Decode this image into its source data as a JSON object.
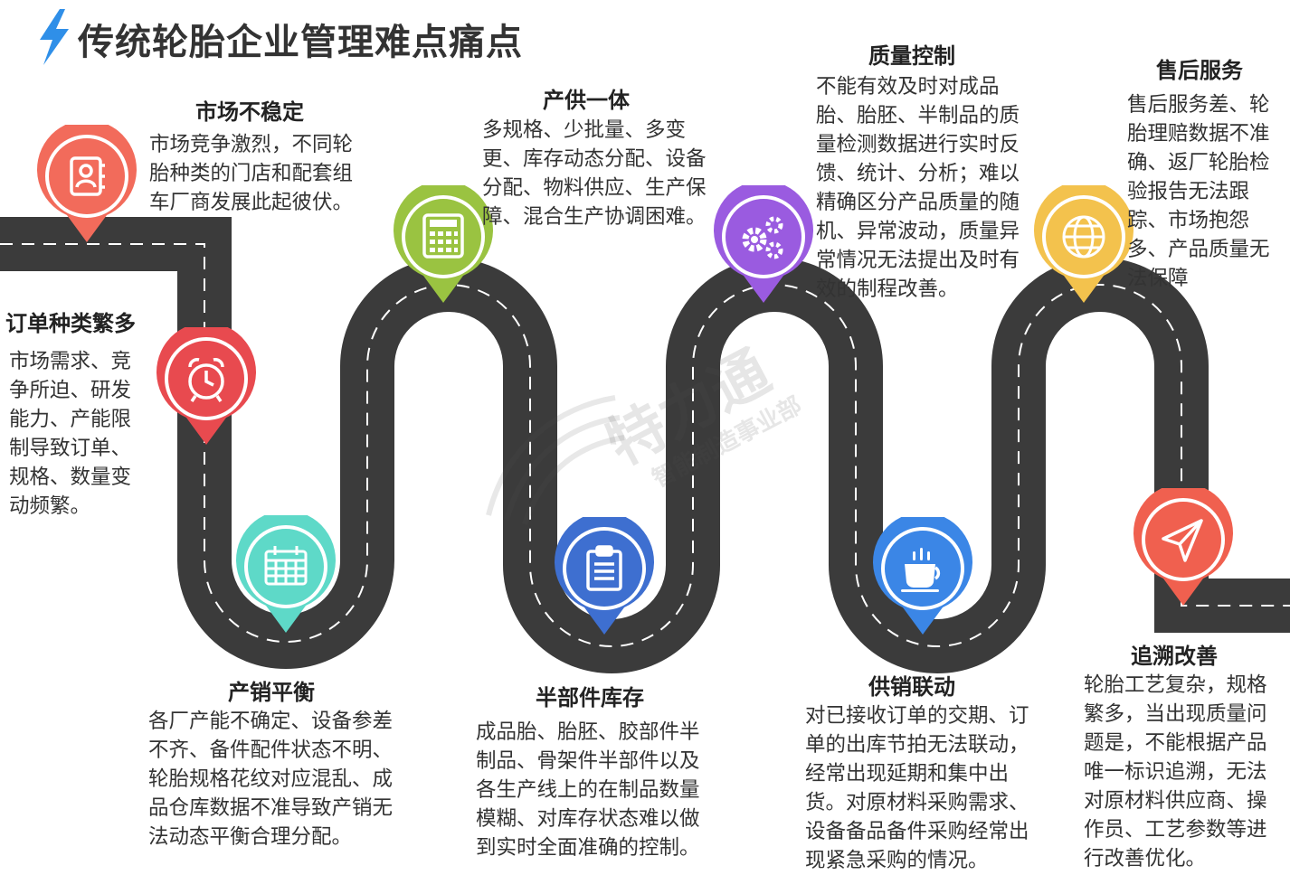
{
  "title": "传统轮胎企业管理难点痛点",
  "colors": {
    "road": "#3b3b3b",
    "title_bolt": "#2f8fe8",
    "pins": [
      "#f26b5b",
      "#e84a4f",
      "#5ed9c8",
      "#9ac341",
      "#3e6fd0",
      "#9a5be0",
      "#3b86e6",
      "#f3c24d",
      "#f0604f"
    ]
  },
  "watermark": {
    "main": "特力通",
    "sub": "智能制造事业部"
  },
  "points": [
    {
      "id": "market",
      "icon": "contact-book-icon",
      "heading": "市场不稳定",
      "lines": [
        "市场竞争激烈，不同轮",
        "胎种类的门店和配套组",
        "车厂商发展此起彼伏。"
      ]
    },
    {
      "id": "orders",
      "icon": "alarm-clock-icon",
      "heading": "订单种类繁多",
      "lines": [
        "市场需求、竞",
        "争所迫、研发",
        "能力、产能限",
        "制导致订单、",
        "规格、数量变",
        "动频繁。"
      ]
    },
    {
      "id": "balance",
      "icon": "calendar-icon",
      "heading": "产销平衡",
      "lines": [
        "各厂产能不确定、设备参差",
        "不齐、备件配件状态不明、",
        "轮胎规格花纹对应混乱、成",
        "品仓库数据不准导致产销无",
        "法动态平衡合理分配。"
      ]
    },
    {
      "id": "integration",
      "icon": "calculator-icon",
      "heading": "产供一体",
      "lines": [
        "多规格、少批量、多变",
        "更、库存动态分配、设备",
        "分配、物料供应、生产保",
        "障、混合生产协调困难。"
      ]
    },
    {
      "id": "inventory",
      "icon": "clipboard-icon",
      "heading": "半部件库存",
      "lines": [
        "成品胎、胎胚、胶部件半",
        "制品、骨架件半部件以及",
        "各生产线上的在制品数量",
        "模糊、对库存状态难以做",
        "到实时全面准确的控制。"
      ]
    },
    {
      "id": "quality",
      "icon": "gears-icon",
      "heading": "质量控制",
      "lines": [
        "不能有效及时对成品",
        "胎、胎胚、半制品的质",
        "量检测数据进行实时反",
        "馈、统计、分析；难以",
        "精确区分产品质量的随",
        "机、异常波动，质量异",
        "常情况无法提出及时有",
        "效的制程改善。"
      ]
    },
    {
      "id": "linkage",
      "icon": "coffee-cup-icon",
      "heading": "供销联动",
      "lines": [
        "对已接收订单的交期、订",
        "单的出库节拍无法联动，",
        "经常出现延期和集中出",
        "货。对原材料采购需求、",
        "设备备品备件采购经常出",
        "现紧急采购的情况。"
      ]
    },
    {
      "id": "service",
      "icon": "globe-icon",
      "heading": "售后服务",
      "lines": [
        "售后服务差、轮",
        "胎理赔数据不准",
        "确、返厂轮胎检",
        "验报告无法跟",
        "踪、市场抱怨",
        "多、产品质量无",
        "法保障"
      ]
    },
    {
      "id": "trace",
      "icon": "paper-plane-icon",
      "heading": "追溯改善",
      "lines": [
        "轮胎工艺复杂，规格",
        "繁多，当出现质量问",
        "题是，不能根据产品",
        "唯一标识追溯，无法",
        "对原材料供应商、操",
        "作员、工艺参数等进",
        "行改善优化。"
      ]
    }
  ]
}
